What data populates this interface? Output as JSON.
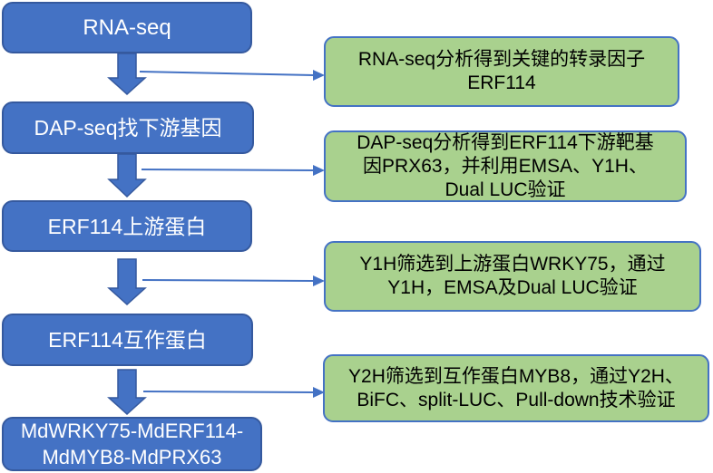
{
  "colors": {
    "step_fill": "#4472C4",
    "step_border": "#35599E",
    "step_text": "#FFFFFF",
    "note_fill": "#A9D18E",
    "note_border": "#4472C4",
    "note_text": "#000000",
    "arrow": "#4472C4",
    "background": "#FFFFFF"
  },
  "flow_steps": [
    {
      "label": "RNA-seq"
    },
    {
      "label": "DAP-seq找下游基因"
    },
    {
      "label": "ERF114上游蛋白"
    },
    {
      "label": "ERF114互作蛋白"
    },
    {
      "lines": [
        "MdWRKY75-MdERF114-",
        "MdMYB8-MdPRX63"
      ]
    }
  ],
  "annotations": [
    {
      "lines": [
        "RNA-seq分析得到关键的转录因子",
        "ERF114"
      ]
    },
    {
      "lines": [
        "DAP-seq分析得到ERF114下游靶基",
        "因PRX63，并利用EMSA、Y1H、",
        "Dual LUC验证"
      ]
    },
    {
      "lines": [
        "Y1H筛选到上游蛋白WRKY75，通过",
        "Y1H，EMSA及Dual LUC验证"
      ]
    },
    {
      "lines": [
        "Y2H筛选到互作蛋白MYB8，通过Y2H、",
        "BiFC、split-LUC、Pull-down技术验证"
      ]
    }
  ]
}
